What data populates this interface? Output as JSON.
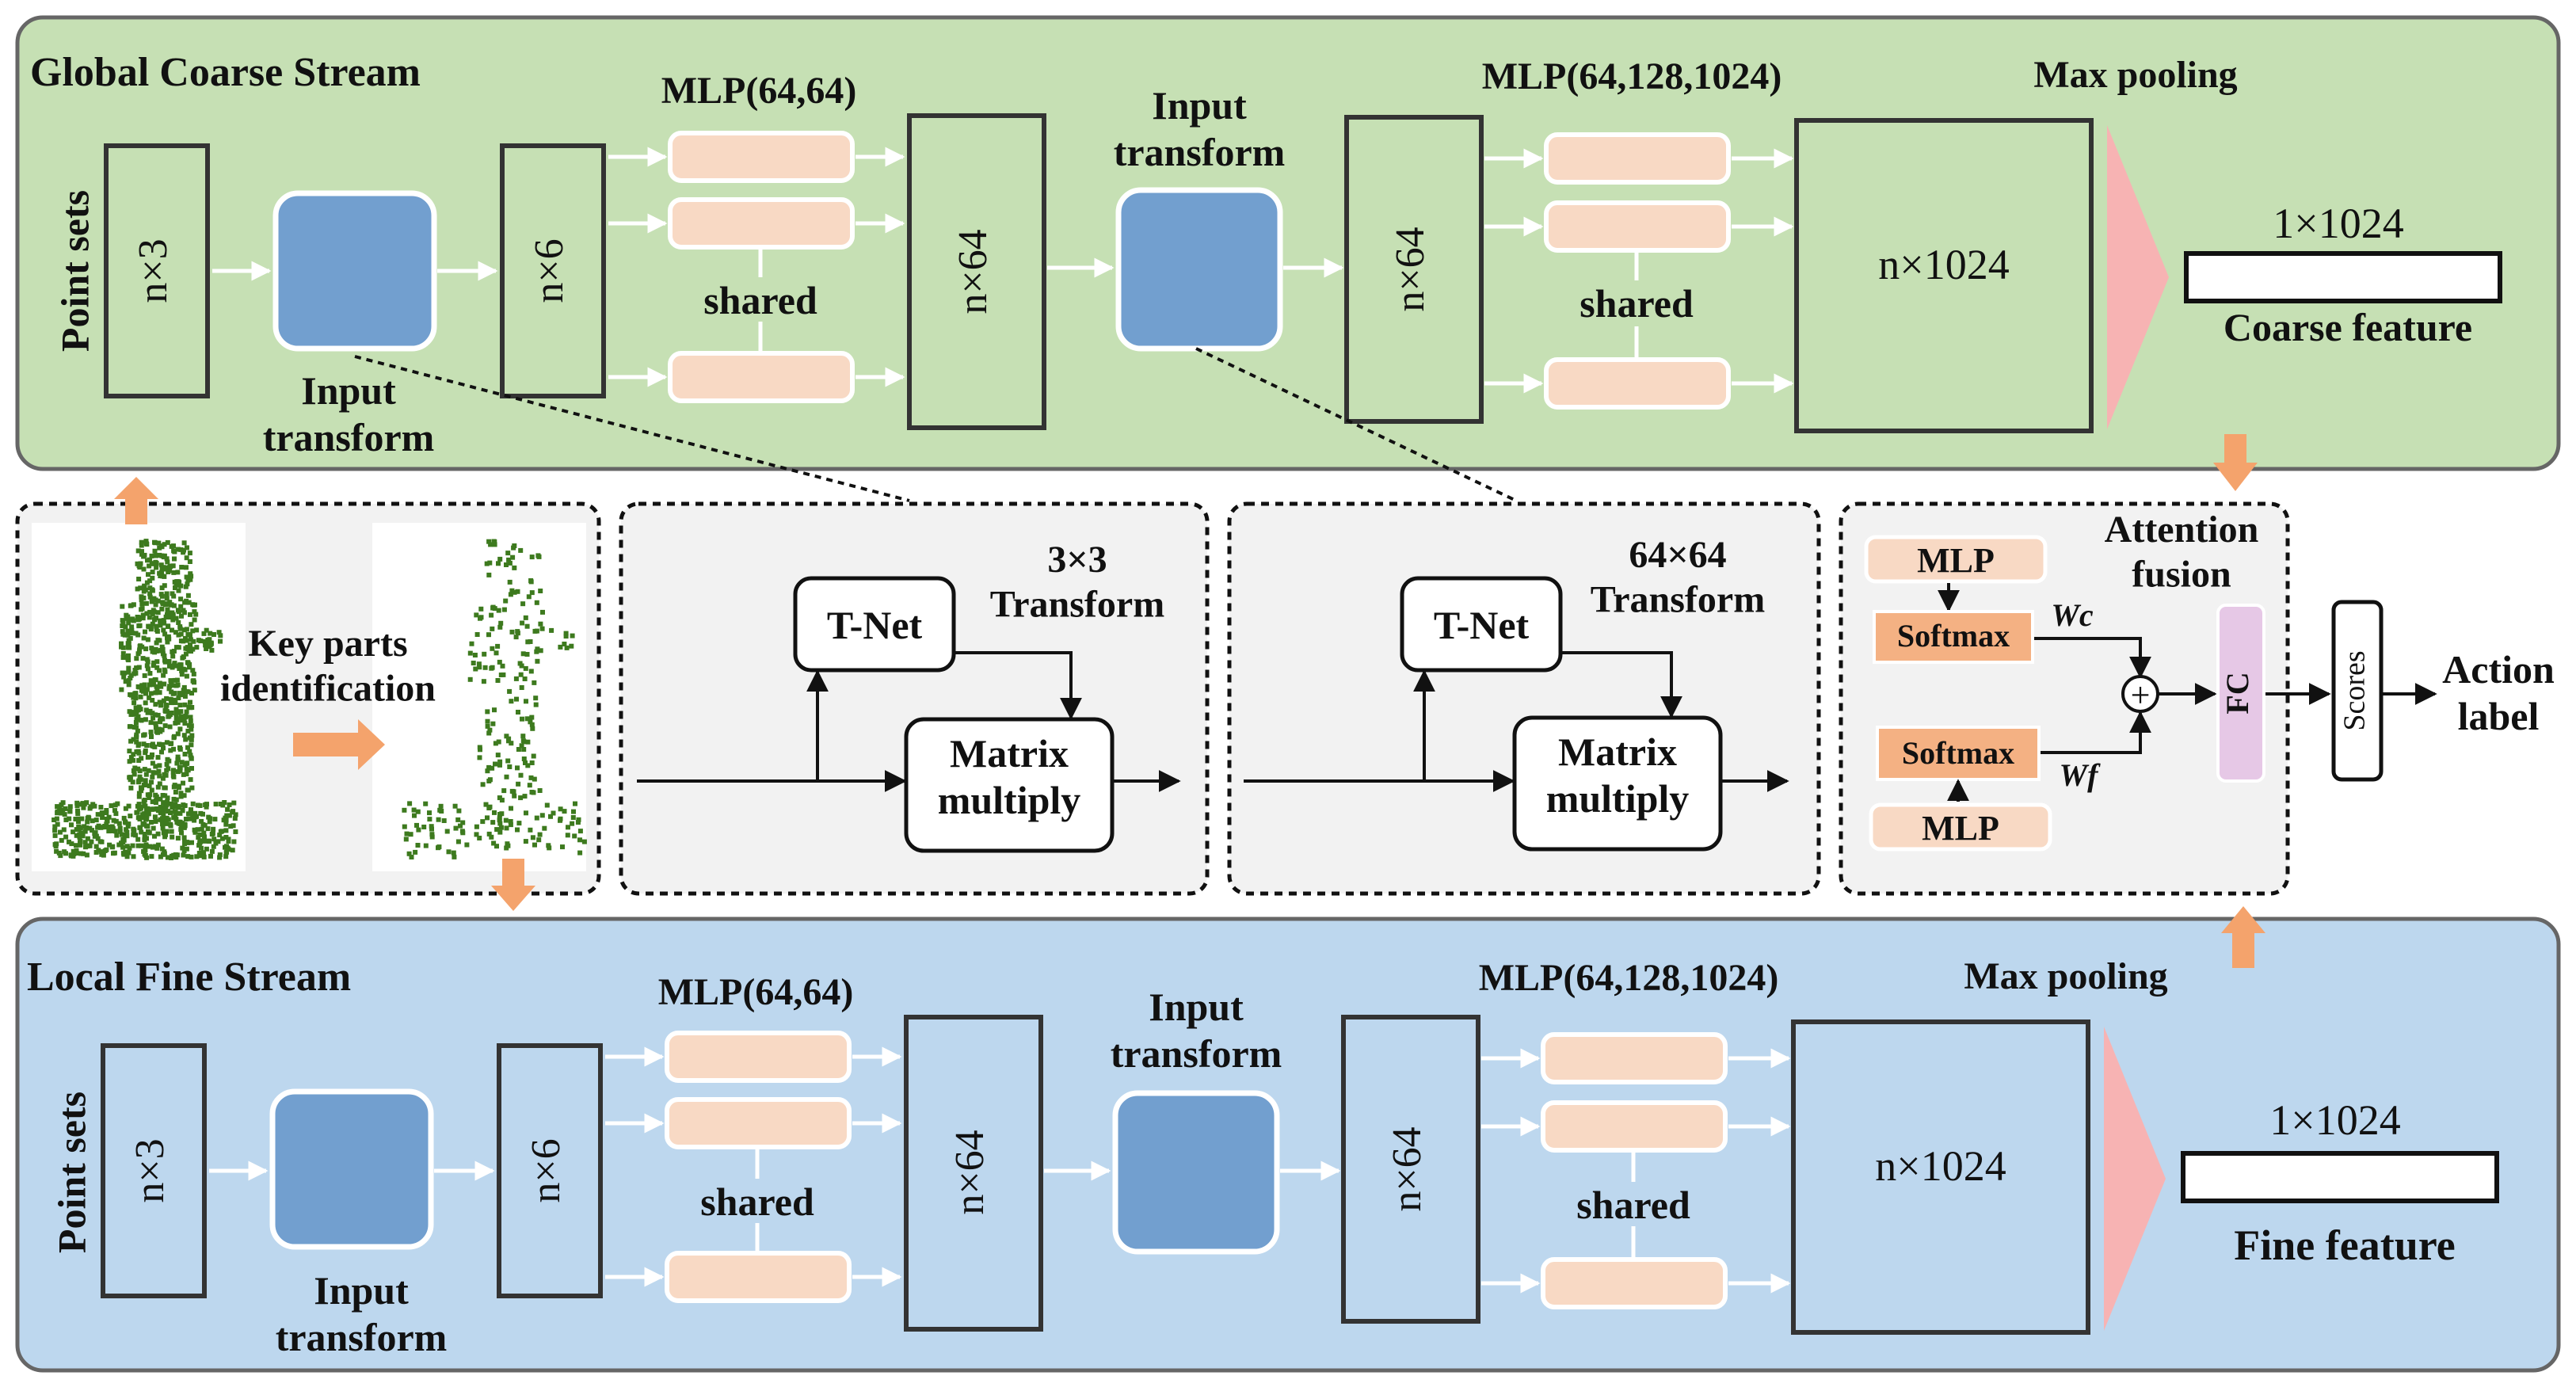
{
  "global_stream": {
    "title": "Global Coarse Stream",
    "point_sets_label": "Point sets",
    "input_dim": "n×3",
    "input_transform_1": "Input\ntransform",
    "dim_after_transform": "n×6",
    "mlp1_label": "MLP(64,64)",
    "mlp1_shared": "shared",
    "dim_after_mlp1": "n×64",
    "input_transform_2": "Input\ntransform",
    "dim_after_transform2": "n×64",
    "mlp2_label": "MLP(64,128,1024)",
    "mlp2_shared": "shared",
    "dim_after_mlp2": "n×1024",
    "max_pooling": "Max pooling",
    "feature_dim": "1×1024",
    "feature_label": "Coarse feature"
  },
  "local_stream": {
    "title": "Local Fine Stream",
    "point_sets_label": "Point sets",
    "input_dim": "n×3",
    "input_transform_1": "Input\ntransform",
    "dim_after_transform": "n×6",
    "mlp1_label": "MLP(64,64)",
    "mlp1_shared": "shared",
    "dim_after_mlp1": "n×64",
    "input_transform_2": "Input\ntransform",
    "dim_after_transform2": "n×64",
    "mlp2_label": "MLP(64,128,1024)",
    "mlp2_shared": "shared",
    "dim_after_mlp2": "n×1024",
    "max_pooling": "Max pooling",
    "feature_dim": "1×1024",
    "feature_label": "Fine feature"
  },
  "key_parts": {
    "label": "Key parts\nidentification"
  },
  "tnet_3x3": {
    "tnet_label": "T-Net",
    "transform_label": "3×3\nTransform",
    "matrix_label": "Matrix\nmultiply"
  },
  "tnet_64x64": {
    "tnet_label": "T-Net",
    "transform_label": "64×64\nTransform",
    "matrix_label": "Matrix\nmultiply"
  },
  "attention": {
    "title": "Attention\nfusion",
    "mlp_top": "MLP",
    "softmax_top": "Softmax",
    "weight_top": "Wc",
    "softmax_bottom": "Softmax",
    "weight_bottom": "Wf",
    "mlp_bottom": "MLP",
    "plus_symbol": "+",
    "fc_label": "FC",
    "scores_label": "Scores",
    "output_label": "Action\nlabel"
  },
  "colors": {
    "global_bg": "#c6e0b4",
    "local_bg": "#bdd7ee",
    "transform_block": "#729fcf",
    "mlp_block": "#f8d9c4",
    "softmax_block": "#f4b183",
    "fc_block": "#e6c8e6",
    "pooling": "#f7b3b3",
    "arrow_orange": "#f4a36c",
    "panel_bg": "#f2f2f2",
    "point_green": "#3d7a1e"
  }
}
